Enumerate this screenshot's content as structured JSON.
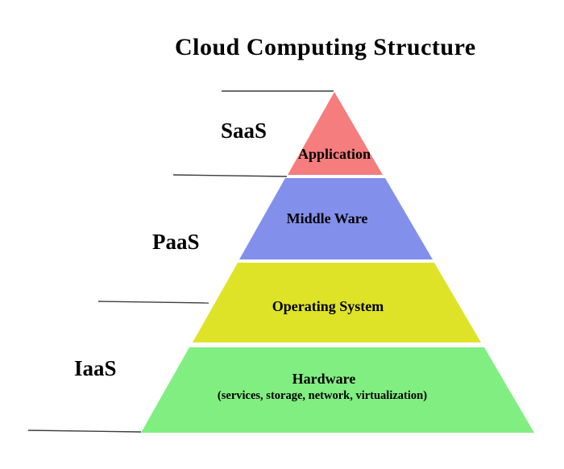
{
  "title": "Cloud Computing Structure",
  "service_models": [
    {
      "label": "SaaS"
    },
    {
      "label": "PaaS"
    },
    {
      "label": "IaaS"
    }
  ],
  "pyramid": {
    "layers": [
      {
        "label": "Application",
        "color": "#f57d7d"
      },
      {
        "label": "Middle Ware",
        "color": "#8290ec"
      },
      {
        "label": "Operating System",
        "color": "#dfe327"
      },
      {
        "label": "Hardware",
        "sublabel": "(services, storage, network, virtualization)",
        "color": "#81ee81"
      }
    ]
  },
  "colors": {
    "leader_line": "#3d3d3d",
    "text": "#000000",
    "background": "#ffffff"
  }
}
